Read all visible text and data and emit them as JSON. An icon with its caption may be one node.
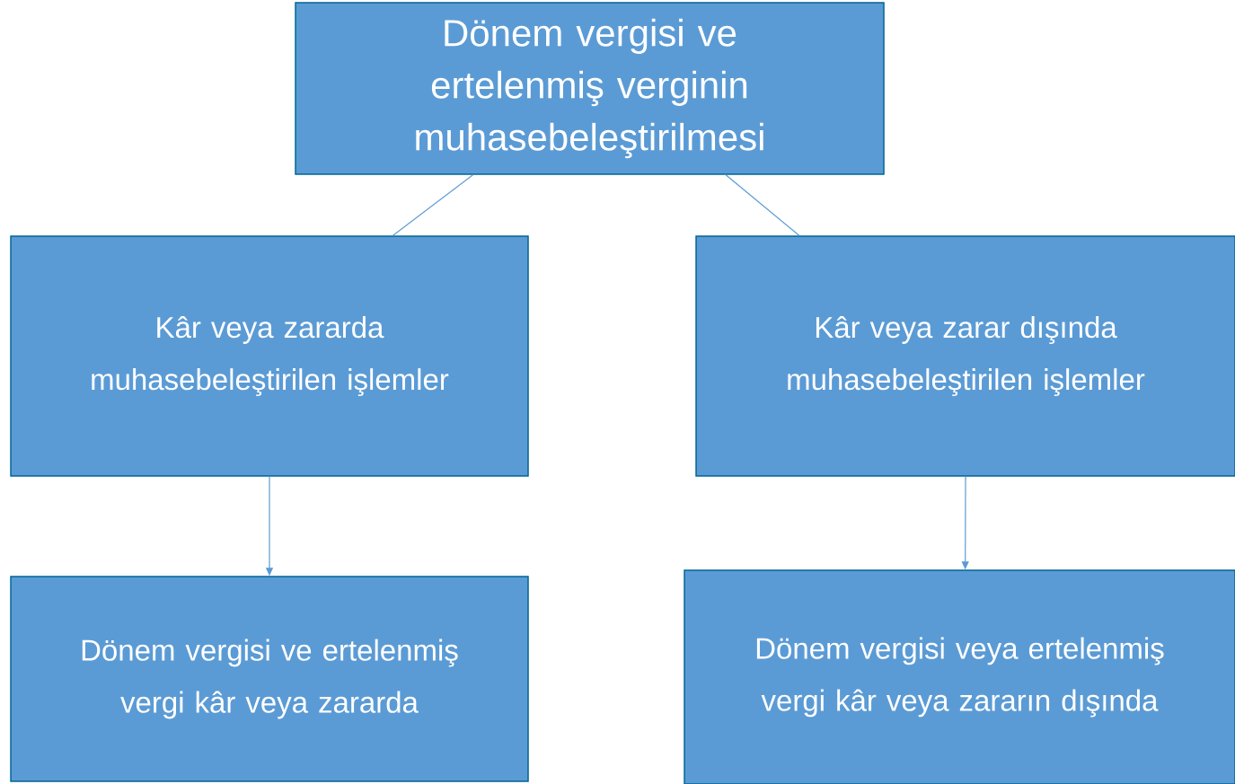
{
  "diagram": {
    "nodes": [
      {
        "text": [
          "Dönem vergisi ve ertelenmiş verginin muhasebeleştirilmesi"
        ]
      },
      {
        "text": [
          "Kâr veya zararda muhasebeleştirilen işlemler"
        ]
      },
      {
        "text": [
          "Kâr veya zarar dışında muhasebeleştirilen işlemler"
        ]
      },
      {
        "text": [
          "Dönem vergisi ve ertelenmiş vergi kâr veya zararda"
        ]
      },
      {
        "text": [
          "Dönem vergisi veya ertelenmiş vergi kâr veya zararın dışında"
        ]
      }
    ],
    "edges": [
      {
        "from": 0,
        "to": 1,
        "arrow": "none"
      },
      {
        "from": 0,
        "to": 2,
        "arrow": "none"
      },
      {
        "from": 1,
        "to": 3,
        "arrow": "to"
      },
      {
        "from": 2,
        "to": 4,
        "arrow": "to"
      }
    ]
  }
}
